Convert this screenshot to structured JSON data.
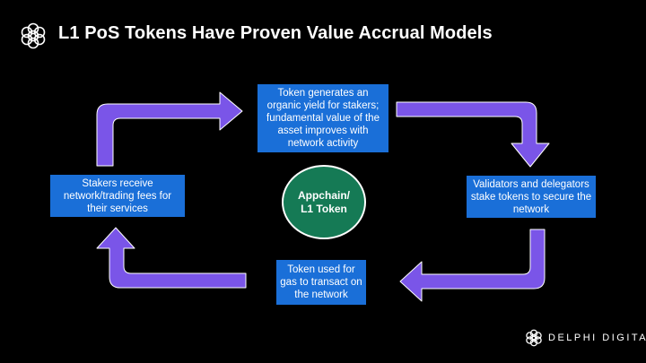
{
  "header": {
    "title": "L1 PoS Tokens Have Proven Value Accrual Models"
  },
  "diagram": {
    "center_label": "Appchain/\nL1 Token",
    "top_box": "Token generates an organic yield for stakers; fundamental value of the asset improves with network activity",
    "right_box": "Validators and delegators stake tokens to secure the network",
    "bottom_box": "Token used for gas to transact on the network",
    "left_box": "Stakers receive network/trading fees for their services"
  },
  "colors": {
    "box": "#1a6fd8",
    "arrow": "#7a55e8",
    "circle": "#157a55",
    "background": "#000000"
  },
  "footer": {
    "brand": "DELPHI DIGITAL"
  },
  "icons": {
    "logo": "delphi-logo-icon"
  }
}
